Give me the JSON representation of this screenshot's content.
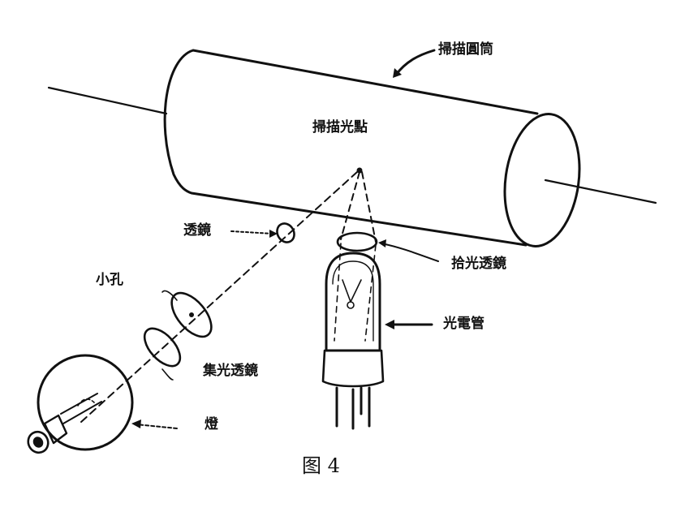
{
  "labels": {
    "scan_drum": "掃描圓筒",
    "scan_spot": "掃描光點",
    "lens": "透鏡",
    "pinhole": "小孔",
    "condenser_lens": "集光透鏡",
    "lamp": "燈",
    "pickup_lens": "拾光透鏡",
    "phototube": "光電管"
  },
  "caption": "图 4",
  "colors": {
    "ink": "#111111",
    "paper": "#ffffff"
  }
}
